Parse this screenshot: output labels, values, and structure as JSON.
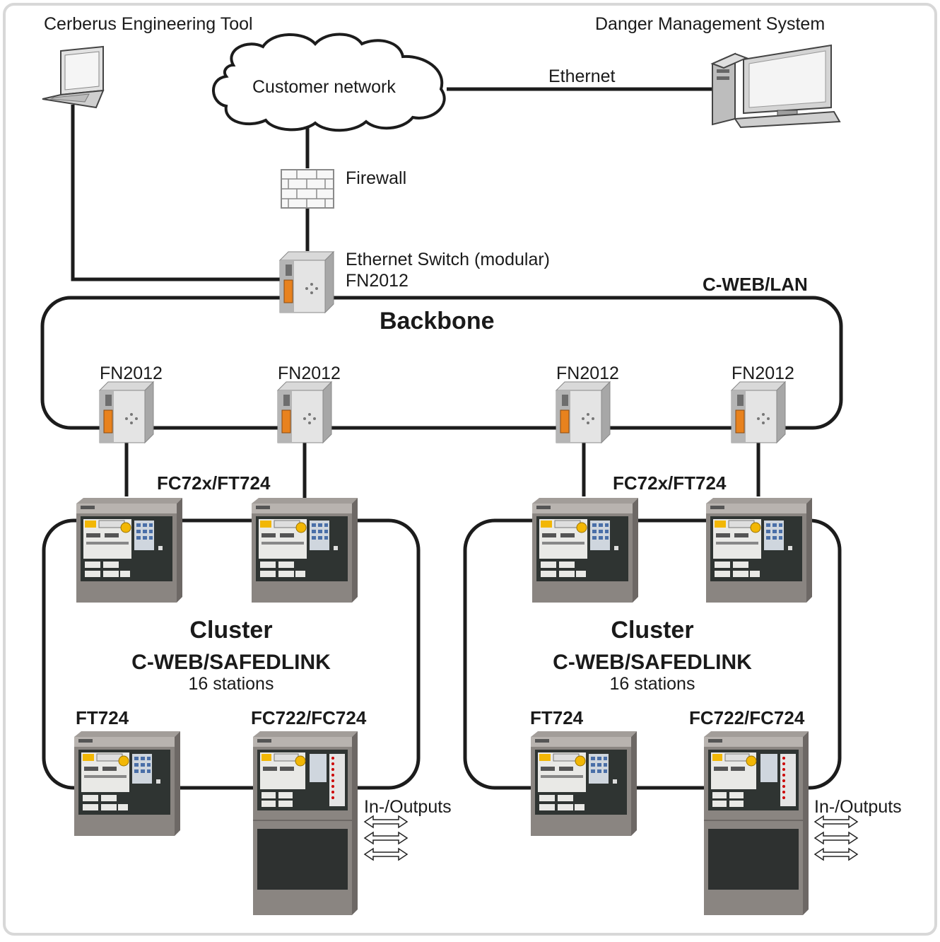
{
  "labels": {
    "engineering_tool": "Cerberus Engineering Tool",
    "danger_mgmt": "Danger Management System",
    "customer_network": "Customer network",
    "ethernet": "Ethernet",
    "firewall": "Firewall",
    "switch_line1": "Ethernet Switch (modular)",
    "switch_line2": "FN2012",
    "cweb_lan": "C-WEB/LAN",
    "backbone": "Backbone",
    "fn2012": "FN2012",
    "fc72x_ft724": "FC72x/FT724",
    "cluster": "Cluster",
    "cweb_safedlink": "C-WEB/SAFEDLINK",
    "stations": "16 stations",
    "ft724": "FT724",
    "fc722_fc724": "FC722/FC724",
    "io": "In-/Outputs"
  },
  "colors": {
    "wire": "#1c1c1c",
    "panel_body": "#8a8581",
    "panel_front": "#2f3432",
    "panel_yellow": "#f2b705",
    "module_orange": "#e8821e"
  },
  "icons": {
    "laptop": "laptop-icon",
    "computer": "desktop-computer-icon",
    "cloud": "cloud-icon",
    "firewall": "firewall-icon",
    "switch": "ethernet-switch-icon",
    "panel": "fire-control-panel-icon",
    "arrow": "bidirectional-arrow-icon"
  }
}
